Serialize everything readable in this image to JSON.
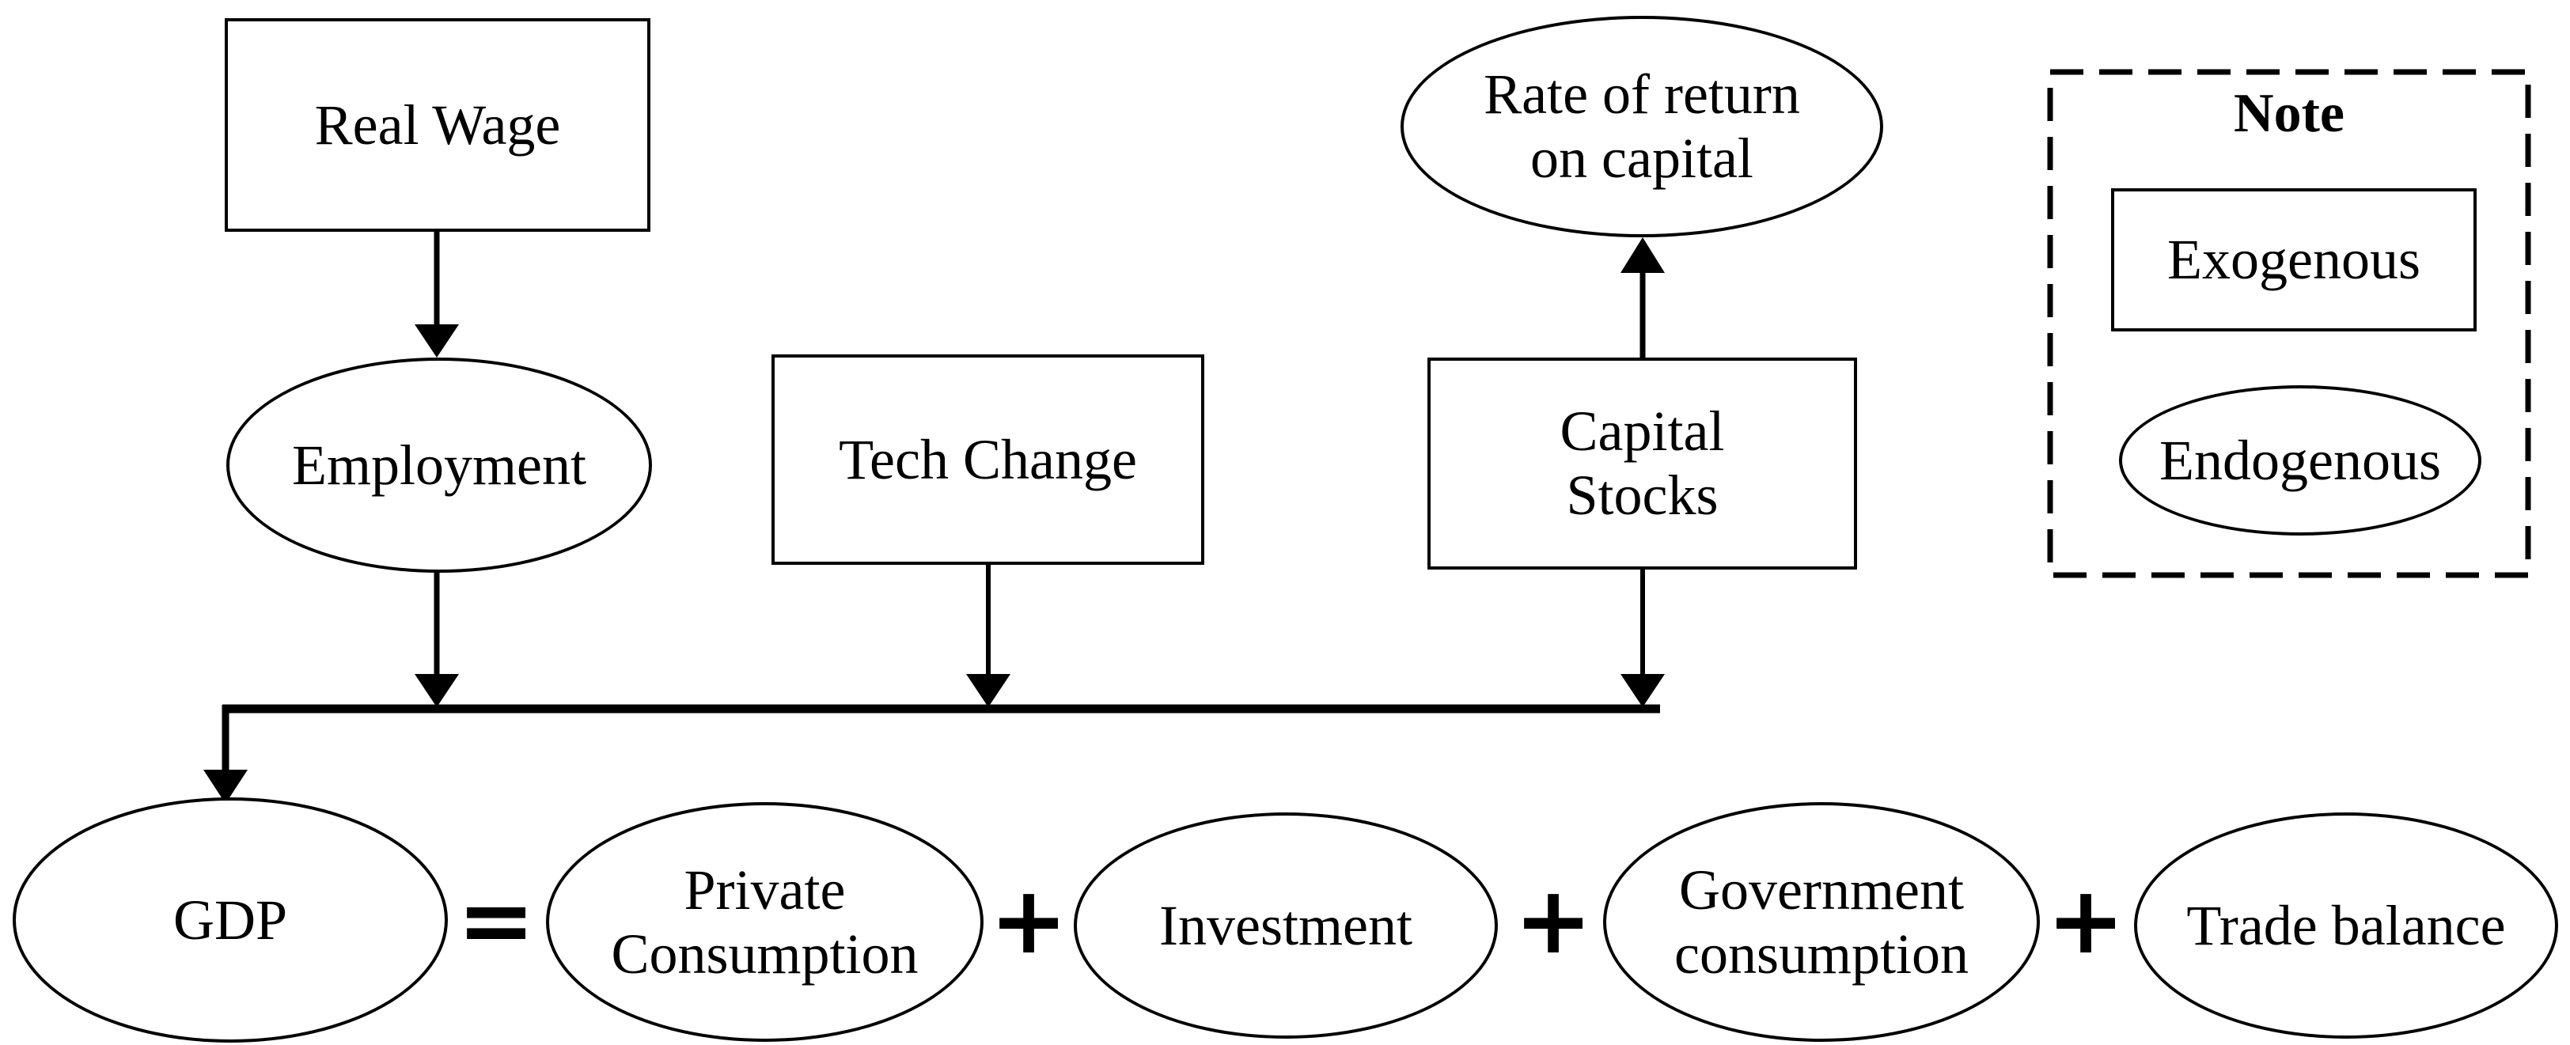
{
  "colors": {
    "stroke": "#000000",
    "background": "#ffffff"
  },
  "nodes": {
    "real_wage": {
      "label": "Real Wage",
      "shape": "rect"
    },
    "employment": {
      "label": "Employment",
      "shape": "ellipse"
    },
    "tech_change": {
      "label": "Tech Change",
      "shape": "rect"
    },
    "capital_stocks": {
      "lines": [
        "Capital",
        "Stocks"
      ],
      "shape": "rect"
    },
    "rate_of_return": {
      "lines": [
        "Rate of return",
        "on capital"
      ],
      "shape": "ellipse"
    },
    "gdp": {
      "label": "GDP",
      "shape": "ellipse"
    },
    "private_consumption": {
      "lines": [
        "Private",
        "Consumption"
      ],
      "shape": "ellipse"
    },
    "investment": {
      "label": "Investment",
      "shape": "ellipse"
    },
    "government_consumption": {
      "lines": [
        "Government",
        "consumption"
      ],
      "shape": "ellipse"
    },
    "trade_balance": {
      "label": "Trade balance",
      "shape": "ellipse"
    }
  },
  "operators": {
    "equals": "=",
    "plus_1": "+",
    "plus_2": "+",
    "plus_3": "+"
  },
  "legend": {
    "title": "Note",
    "items": [
      {
        "label": "Exogenous",
        "shape": "rect"
      },
      {
        "label": "Endogenous",
        "shape": "ellipse"
      }
    ]
  }
}
